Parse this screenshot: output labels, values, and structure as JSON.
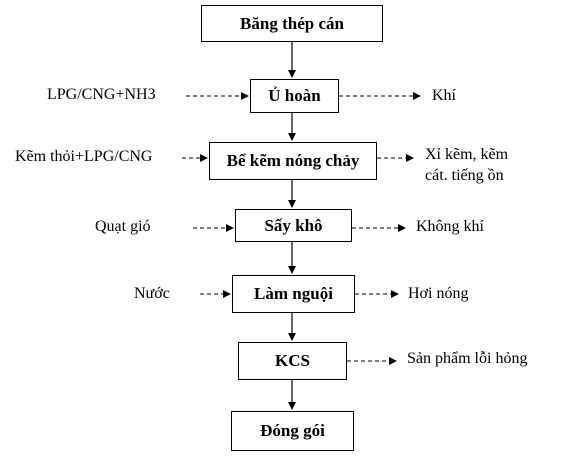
{
  "steps": [
    "Băng thép cán",
    "Ủ hoàn",
    "Bể kẽm nóng chảy",
    "Sấy khô",
    "Làm nguội",
    "KCS",
    "Đóng gói"
  ],
  "inputs": {
    "u_hoan": "LPG/CNG+NH3",
    "be_kem": "Kẽm thỏi+LPG/CNG",
    "say_kho": "Quạt gió",
    "lam_nguoi": "Nước"
  },
  "outputs": {
    "u_hoan": "Khí",
    "be_kem_line1": "Xỉ kẽm, kẽm",
    "be_kem_line2": "cát. tiếng ồn",
    "say_kho": "Không khí",
    "lam_nguoi": "Hơi nóng",
    "kcs": "Sản phẩm lỗi hỏng"
  }
}
